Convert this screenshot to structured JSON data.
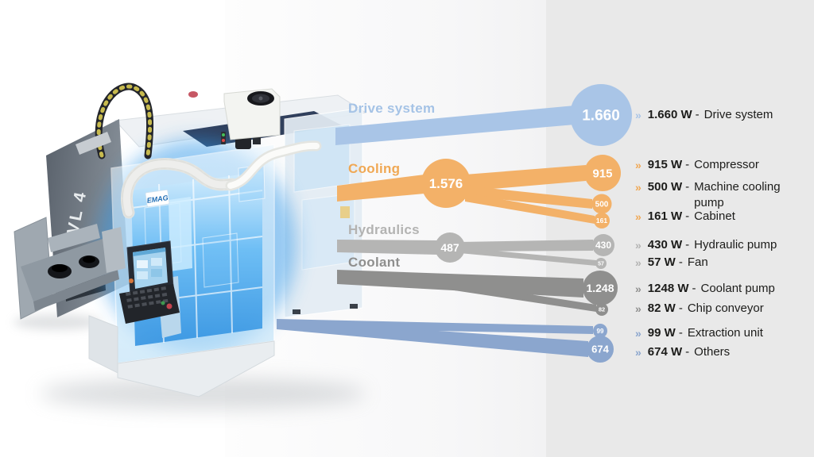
{
  "machine": {
    "model_label": "VL 4",
    "brand_logo": "EMAG"
  },
  "colors": {
    "drive_blue": "#a9c5e7",
    "cooling_orange": "#f3b168",
    "hydraulics_gray": "#b5b5b4",
    "coolant_gray": "#8f8f8e",
    "misc_blue": "#8ba6ce",
    "panel_background": "#e9e9e9"
  },
  "flow": {
    "categories": {
      "drive": {
        "label": "Drive system",
        "total": "1.660"
      },
      "cooling": {
        "label": "Cooling",
        "total": "1.576"
      },
      "hydraulics": {
        "label": "Hydraulics",
        "total": "487"
      },
      "coolant": {
        "label": "Coolant"
      }
    },
    "nodes": {
      "drive_total": "1.660",
      "cooling_total": "1.576",
      "compressor": "915",
      "machine_cooling_pump": "500",
      "cabinet": "161",
      "hydraulics_total": "487",
      "hydraulic_pump": "430",
      "fan": "57",
      "coolant_pump": "1.248",
      "chip_conveyor": "82",
      "extraction_unit": "99",
      "others": "674"
    }
  },
  "legend": {
    "marker": "»",
    "dash": "-",
    "rows": [
      {
        "value": "1.660 W",
        "desc": "Drive system",
        "group": "drive"
      },
      {
        "value": "915 W",
        "desc": "Compressor",
        "group": "cooling"
      },
      {
        "value": "500 W",
        "desc": "Machine cooling pump",
        "group": "cooling"
      },
      {
        "value": "161 W",
        "desc": "Cabinet",
        "group": "cooling"
      },
      {
        "value": "430 W",
        "desc": "Hydraulic pump",
        "group": "hydraulics"
      },
      {
        "value": "57 W",
        "desc": "Fan",
        "group": "hydraulics"
      },
      {
        "value": "1248 W",
        "desc": "Coolant pump",
        "group": "coolant"
      },
      {
        "value": "82 W",
        "desc": "Chip conveyor",
        "group": "coolant"
      },
      {
        "value": "99 W",
        "desc": "Extraction unit",
        "group": "misc"
      },
      {
        "value": "674 W",
        "desc": "Others",
        "group": "misc"
      }
    ]
  },
  "chart_data": {
    "type": "sankey",
    "unit": "W",
    "links": [
      {
        "source": "Machine",
        "target": "Drive system",
        "value": 1660
      },
      {
        "source": "Machine",
        "target": "Cooling",
        "value": 1576
      },
      {
        "source": "Cooling",
        "target": "Compressor",
        "value": 915
      },
      {
        "source": "Cooling",
        "target": "Machine cooling pump",
        "value": 500
      },
      {
        "source": "Cooling",
        "target": "Cabinet",
        "value": 161
      },
      {
        "source": "Machine",
        "target": "Hydraulics",
        "value": 487
      },
      {
        "source": "Hydraulics",
        "target": "Hydraulic pump",
        "value": 430
      },
      {
        "source": "Hydraulics",
        "target": "Fan",
        "value": 57
      },
      {
        "source": "Machine",
        "target": "Coolant pump",
        "value": 1248
      },
      {
        "source": "Machine",
        "target": "Chip conveyor",
        "value": 82
      },
      {
        "source": "Machine",
        "target": "Extraction unit",
        "value": 99
      },
      {
        "source": "Machine",
        "target": "Others",
        "value": 674
      }
    ]
  }
}
